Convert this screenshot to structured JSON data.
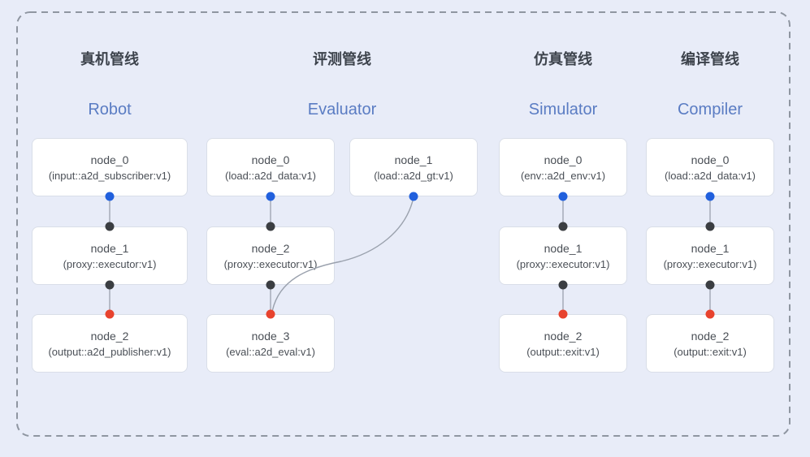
{
  "colors": {
    "background": "#e8ecf8",
    "frame_border": "#8f96a1",
    "node_bg": "#ffffff",
    "node_border": "#d9dee8",
    "node_text": "#4a4f56",
    "title_zh": "#3d434c",
    "title_en": "#5a7cc3",
    "edge": "#9aa1ad",
    "port_blue": "#2160dd",
    "port_dark": "#3b3e42",
    "port_red": "#e8432e"
  },
  "pipelines": [
    {
      "title_zh": "真机管线",
      "title_en": "Robot",
      "nodes": [
        {
          "name": "node_0",
          "type": "(input::a2d_subscriber:v1)"
        },
        {
          "name": "node_1",
          "type": "(proxy::executor:v1)"
        },
        {
          "name": "node_2",
          "type": "(output::a2d_publisher:v1)"
        }
      ]
    },
    {
      "title_zh": "评测管线",
      "title_en": "Evaluator",
      "nodes": [
        {
          "name": "node_0",
          "type": "(load::a2d_data:v1)"
        },
        {
          "name": "node_1",
          "type": "(load::a2d_gt:v1)"
        },
        {
          "name": "node_2",
          "type": "(proxy::executor:v1)"
        },
        {
          "name": "node_3",
          "type": "(eval::a2d_eval:v1)"
        }
      ]
    },
    {
      "title_zh": "仿真管线",
      "title_en": "Simulator",
      "nodes": [
        {
          "name": "node_0",
          "type": "(env::a2d_env:v1)"
        },
        {
          "name": "node_1",
          "type": "(proxy::executor:v1)"
        },
        {
          "name": "node_2",
          "type": "(output::exit:v1)"
        }
      ]
    },
    {
      "title_zh": "编译管线",
      "title_en": "Compiler",
      "nodes": [
        {
          "name": "node_0",
          "type": "(load::a2d_data:v1)"
        },
        {
          "name": "node_1",
          "type": "(proxy::executor:v1)"
        },
        {
          "name": "node_2",
          "type": "(output::exit:v1)"
        }
      ]
    }
  ]
}
